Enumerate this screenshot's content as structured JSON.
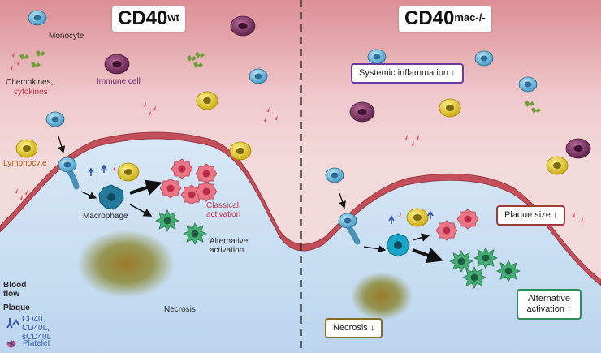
{
  "titles": {
    "left": "CD40",
    "left_sup": "wt",
    "right": "CD40",
    "right_sup": "mac-/-"
  },
  "labels": {
    "monocyte": "Monocyte",
    "chemokines": "Chemokines,",
    "cytokines": "cytokines",
    "immune_cell": "Immune cell",
    "lymphocyte": "Lymphocyte",
    "macrophage": "Macrophage",
    "classical_activation": "Classical activation",
    "alternative_activation": "Alternative activation",
    "blood_flow": "Blood flow",
    "plaque": "Plaque",
    "necrosis": "Necrosis",
    "legend_cd40": "CD40, CD40L, sCD40L",
    "legend_platelet": "Platelet"
  },
  "boxes": {
    "systemic_inflammation": "Systemic inflammation ↓",
    "plaque_size": "Plaque size ↓",
    "alternative_activation_up": "Alternative activation ↑",
    "necrosis_down": "Necrosis ↓"
  },
  "colors": {
    "blood_top": "#dc8f95",
    "plaque_blue": "#c6dff4",
    "wall": "#c24f5a",
    "monocyte": "#5fb4d9",
    "immune_cell": "#7a2c5c",
    "lymphocyte": "#e6cf2a",
    "classical_cell": "#e66f80",
    "alternative_cell": "#3fa86e",
    "macrophage": "#1f7595",
    "box_purple": "#6b3aa0",
    "box_red": "#9c3b3b",
    "box_green": "#2f8c5b",
    "box_brown": "#8a6a2a"
  }
}
